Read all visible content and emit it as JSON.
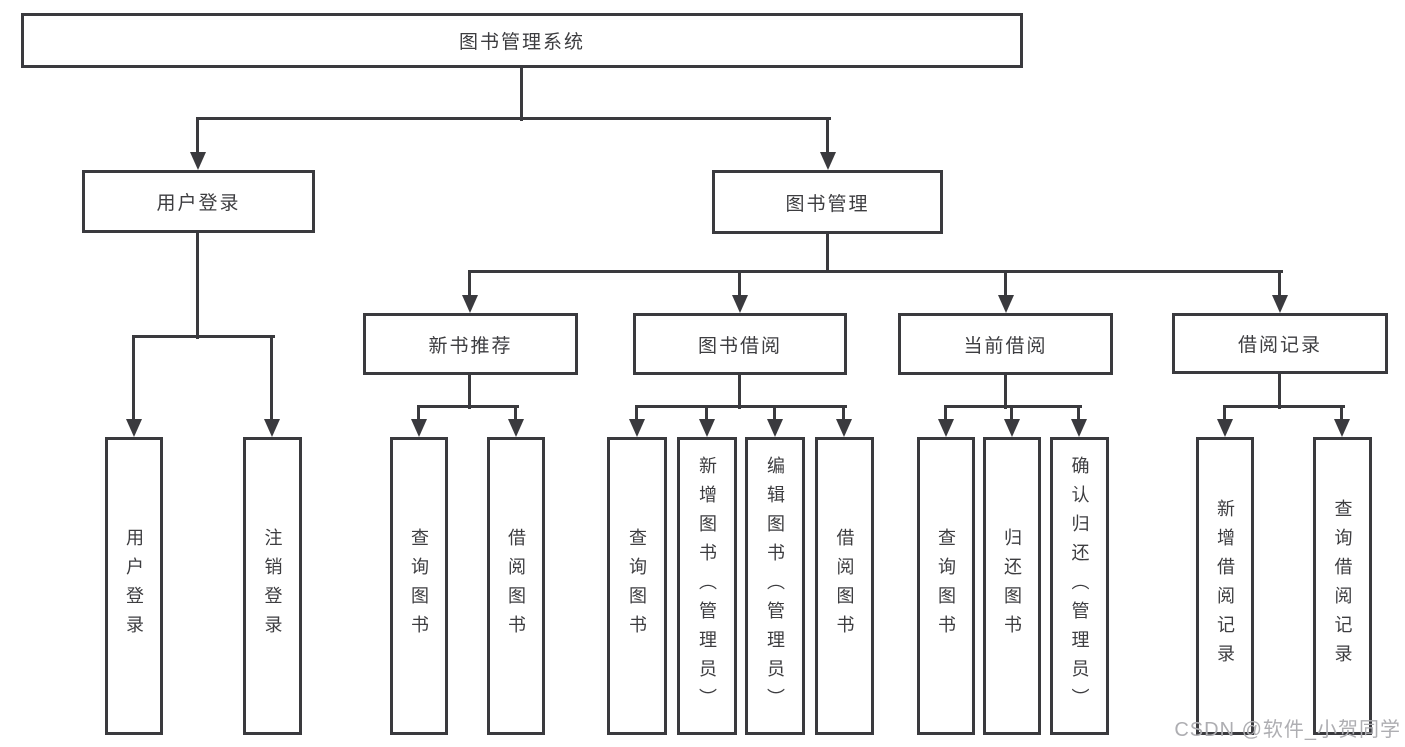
{
  "diagram": {
    "type": "hierarchy-tree",
    "title": "图书管理系统",
    "watermark": "CSDN @软件_小贺同学",
    "colors": {
      "line": "#3a3a3e",
      "box_border": "#3a3a3e",
      "box_background": "#ffffff",
      "text": "#3d3d40",
      "watermark": "#aeaeb2",
      "page_background": "#ffffff"
    }
  },
  "nodes": {
    "root": {
      "label": "图书管理系统"
    },
    "user_login": {
      "label": "用户登录"
    },
    "book_mgmt": {
      "label": "图书管理"
    },
    "new_book_rec": {
      "label": "新书推荐"
    },
    "book_borrow": {
      "label": "图书借阅"
    },
    "current_borrow": {
      "label": "当前借阅"
    },
    "borrow_records": {
      "label": "借阅记录"
    },
    "leaf_login": {
      "label": "用户登录"
    },
    "leaf_logout": {
      "label": "注销登录"
    },
    "leaf_rec_query": {
      "label": "查询图书"
    },
    "leaf_rec_borrow": {
      "label": "借阅图书"
    },
    "leaf_bb_query": {
      "label": "查询图书"
    },
    "leaf_bb_add": {
      "label": "新增图书（管理员）"
    },
    "leaf_bb_edit": {
      "label": "编辑图书（管理员）"
    },
    "leaf_bb_borrow": {
      "label": "借阅图书"
    },
    "leaf_cb_query": {
      "label": "查询图书"
    },
    "leaf_cb_return": {
      "label": "归还图书"
    },
    "leaf_cb_confirm": {
      "label": "确认归还（管理员）"
    },
    "leaf_br_add": {
      "label": "新增借阅记录"
    },
    "leaf_br_query": {
      "label": "查询借阅记录"
    }
  }
}
